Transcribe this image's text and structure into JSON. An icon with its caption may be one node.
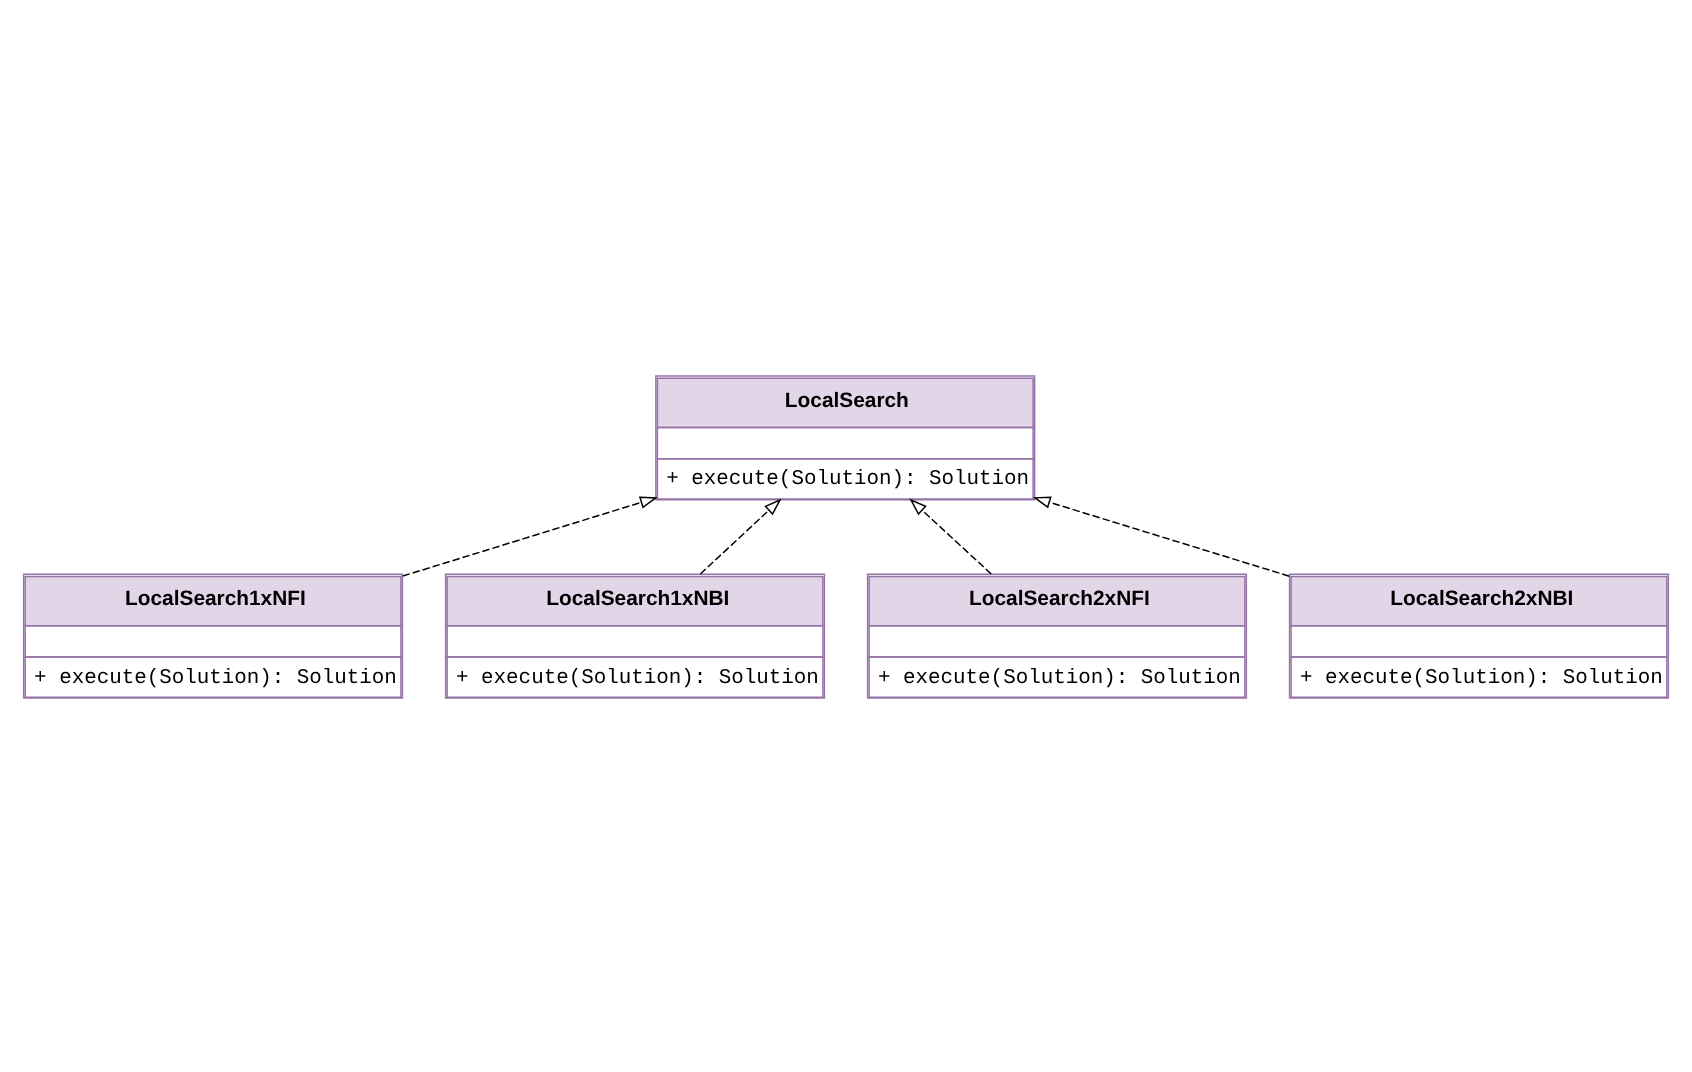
{
  "diagram": {
    "nodes": [
      {
        "text": [
          "LocalSearch",
          "+ execute(Solution): Solution"
        ]
      },
      {
        "text": [
          "LocalSearch1xNFI",
          "+ execute(Solution): Solution"
        ]
      },
      {
        "text": [
          "LocalSearch1xNBI",
          "+ execute(Solution): Solution"
        ]
      },
      {
        "text": [
          "LocalSearch2xNFI",
          "+ execute(Solution): Solution"
        ]
      },
      {
        "text": [
          "LocalSearch2xNBI",
          "+ execute(Solution): Solution"
        ]
      }
    ],
    "edges": [
      {
        "from": 1,
        "to": 0,
        "arrow": "to",
        "style": "dashed"
      },
      {
        "from": 2,
        "to": 0,
        "arrow": "to",
        "style": "dashed"
      },
      {
        "from": 3,
        "to": 0,
        "arrow": "to",
        "style": "dashed"
      },
      {
        "from": 4,
        "to": 0,
        "arrow": "to",
        "style": "dashed"
      }
    ]
  }
}
